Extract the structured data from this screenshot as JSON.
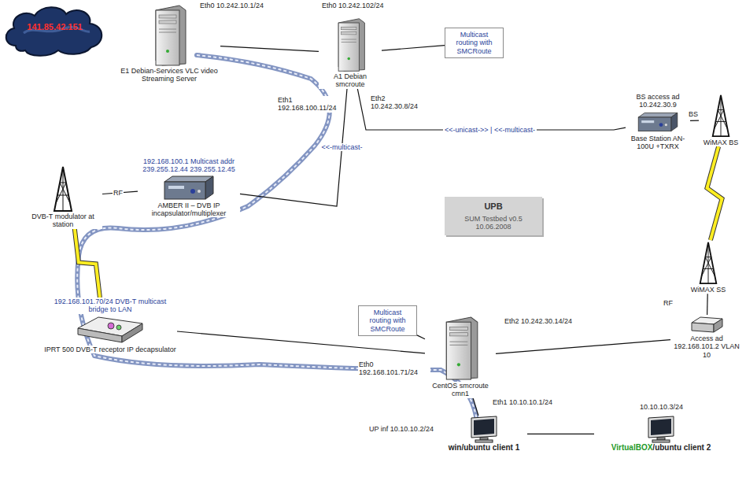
{
  "diagram": {
    "nodes": [
      {
        "text": [
          "141.85.42.151"
        ]
      },
      {
        "text": [
          "E1 Debian-Services VLC video Streaming Server"
        ]
      },
      {
        "text": [
          "A1 Debian smcroute"
        ]
      },
      {
        "text": [
          "Multicast routing with SMCRoute"
        ]
      },
      {
        "text": [
          "BS access ad 10.242.30.9",
          "Base Station AN-100U +TXRX"
        ]
      },
      {
        "text": [
          "WiMAX BS"
        ]
      },
      {
        "text": [
          "192.168.100.1 Multicast addr 239.255.12.44 239.255.12.45",
          "AMBER II – DVB IP incapsulator/multiplexer"
        ]
      },
      {
        "text": [
          "DVB-T modulator at station"
        ]
      },
      {
        "text": [
          "UPB",
          "SUM Testbed v0.5 10.06.2008"
        ]
      },
      {
        "text": [
          "192.168.101.70/24 DVB-T multicast bridge to LAN",
          "IPRT 500 DVB-T receptor IP decapsulator"
        ]
      },
      {
        "text": [
          "CentOS smcroute cmn1"
        ]
      },
      {
        "text": [
          "Multicast routing with SMCRoute"
        ]
      },
      {
        "text": [
          "WiMAX SS"
        ]
      },
      {
        "text": [
          "Access ad 192.168.101.2 VLAN 10"
        ]
      },
      {
        "text": [
          "win/ubuntu client 1"
        ]
      },
      {
        "text": [
          "VirtualBOX",
          "/ubuntu client 2"
        ]
      }
    ],
    "edges": [
      {
        "from": 1,
        "to": 2,
        "arrow": "none"
      },
      {
        "from": 2,
        "to": 3,
        "arrow": "none"
      },
      {
        "from": 2,
        "to": 4,
        "label": "<<-unicast->> | <<-multicast-",
        "arrow": "none"
      },
      {
        "from": 2,
        "to": 6,
        "label": "<<-multicast-",
        "arrow": "none"
      },
      {
        "from": 4,
        "to": 5,
        "arrow": "none"
      },
      {
        "from": 6,
        "to": 7,
        "arrow": "none"
      },
      {
        "from": 7,
        "to": 9,
        "arrow": "none"
      },
      {
        "from": 5,
        "to": 12,
        "arrow": "none"
      },
      {
        "from": 12,
        "to": 13,
        "arrow": "none"
      },
      {
        "from": 13,
        "to": 10,
        "arrow": "none"
      },
      {
        "from": 9,
        "to": 10,
        "arrow": "none"
      },
      {
        "from": 10,
        "to": 11,
        "arrow": "none"
      },
      {
        "from": 10,
        "to": 14,
        "arrow": "none"
      },
      {
        "from": 14,
        "to": 15,
        "arrow": "none"
      }
    ],
    "labels": [
      "Eth0 10.242.10.1/24",
      "Eth0 10.242.102/24",
      "Eth1 192.168.100.11/24",
      "Eth2 10.242.30.8/24",
      "BS",
      "RF",
      "RF",
      "Eth2 10.242.30.14/24",
      "Eth0 192.168.101.71/24",
      "Eth1 10.10.10.1/24",
      "UP inf 10.10.10.2/24",
      "10.10.10.3/24"
    ]
  }
}
